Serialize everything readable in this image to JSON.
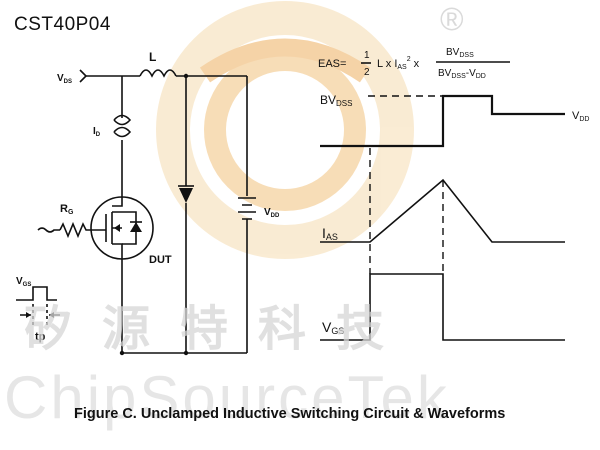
{
  "part_number": "CST40P04",
  "watermark": {
    "chinese": "矽源特科技",
    "english": "ChipSourceTek",
    "registered_mark": "®",
    "logo_colors": [
      "#f5d7a3",
      "#f0b86d",
      "#e8a050"
    ]
  },
  "circuit": {
    "vds_label": "V",
    "vds_sub": "DS",
    "inductor_label": "L",
    "id_label": "I",
    "id_sub": "D",
    "rg_label": "R",
    "rg_sub": "G",
    "dut_label": "DUT",
    "vdd_label": "V",
    "vdd_sub": "DD",
    "vgs_label": "V",
    "vgs_sub": "GS",
    "tp_label": "tp"
  },
  "equation": {
    "prefix": "EAS=",
    "half_num": "1",
    "half_den": "2",
    "middle": "L x I",
    "ias_sub": "AS",
    "square": "2",
    "times": "x",
    "frac_num": "BV",
    "frac_num_sub": "DSS",
    "frac_den": "BV",
    "frac_den_sub": "DSS",
    "frac_den_minus": "-V",
    "frac_den_minus_sub": "DD"
  },
  "waveforms": {
    "bvdss_label": "BV",
    "bvdss_sub": "DSS",
    "vdd_label": "V",
    "vdd_sub": "DD",
    "ias_label": "I",
    "ias_sub": "AS",
    "vgs_label": "V",
    "vgs_sub": "GS"
  },
  "caption": "Figure C. Unclamped Inductive Switching Circuit & Waveforms"
}
